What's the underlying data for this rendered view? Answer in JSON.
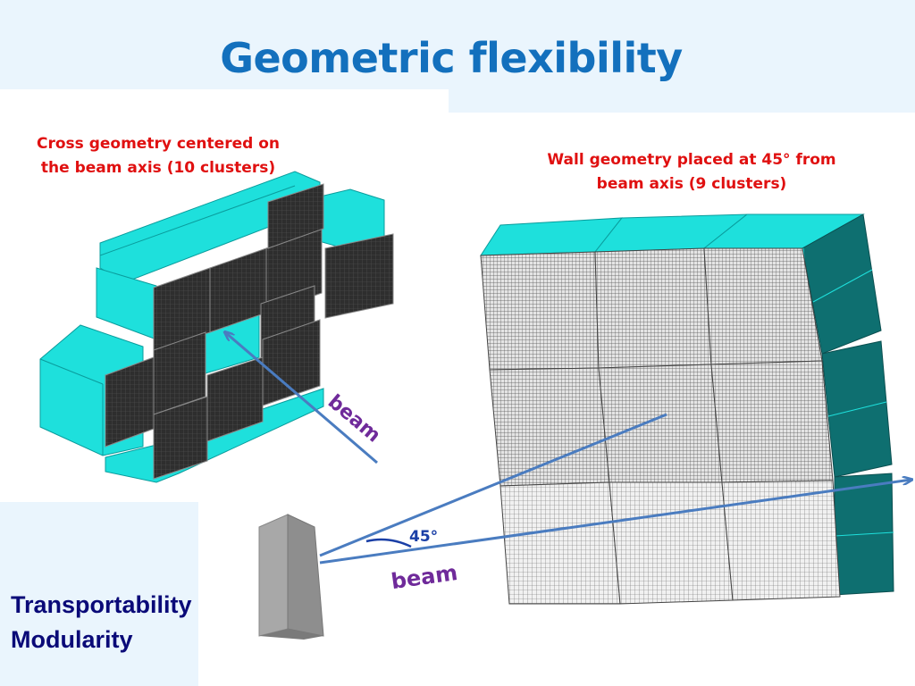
{
  "title": "Geometric flexibility",
  "left_panel": {
    "caption_line1": "Cross geometry centered on",
    "caption_line2": "the beam axis (10 clusters)",
    "beam_label": "beam"
  },
  "right_panel": {
    "caption_line1": "Wall geometry placed at 45° from",
    "caption_line2": "beam axis (9 clusters)",
    "angle_label": "45°",
    "beam_label": "beam"
  },
  "keywords": [
    "Transportability",
    "Modularity"
  ],
  "colors": {
    "title": "#1370bd",
    "caption": "#e01010",
    "keywords": "#0a0a78",
    "beam_label": "#6f2a9a",
    "arrow": "#4a7cc0",
    "cyan": "#1ee0dc",
    "teal": "#0e6f70",
    "panel_bg": "#eaf5fd"
  }
}
